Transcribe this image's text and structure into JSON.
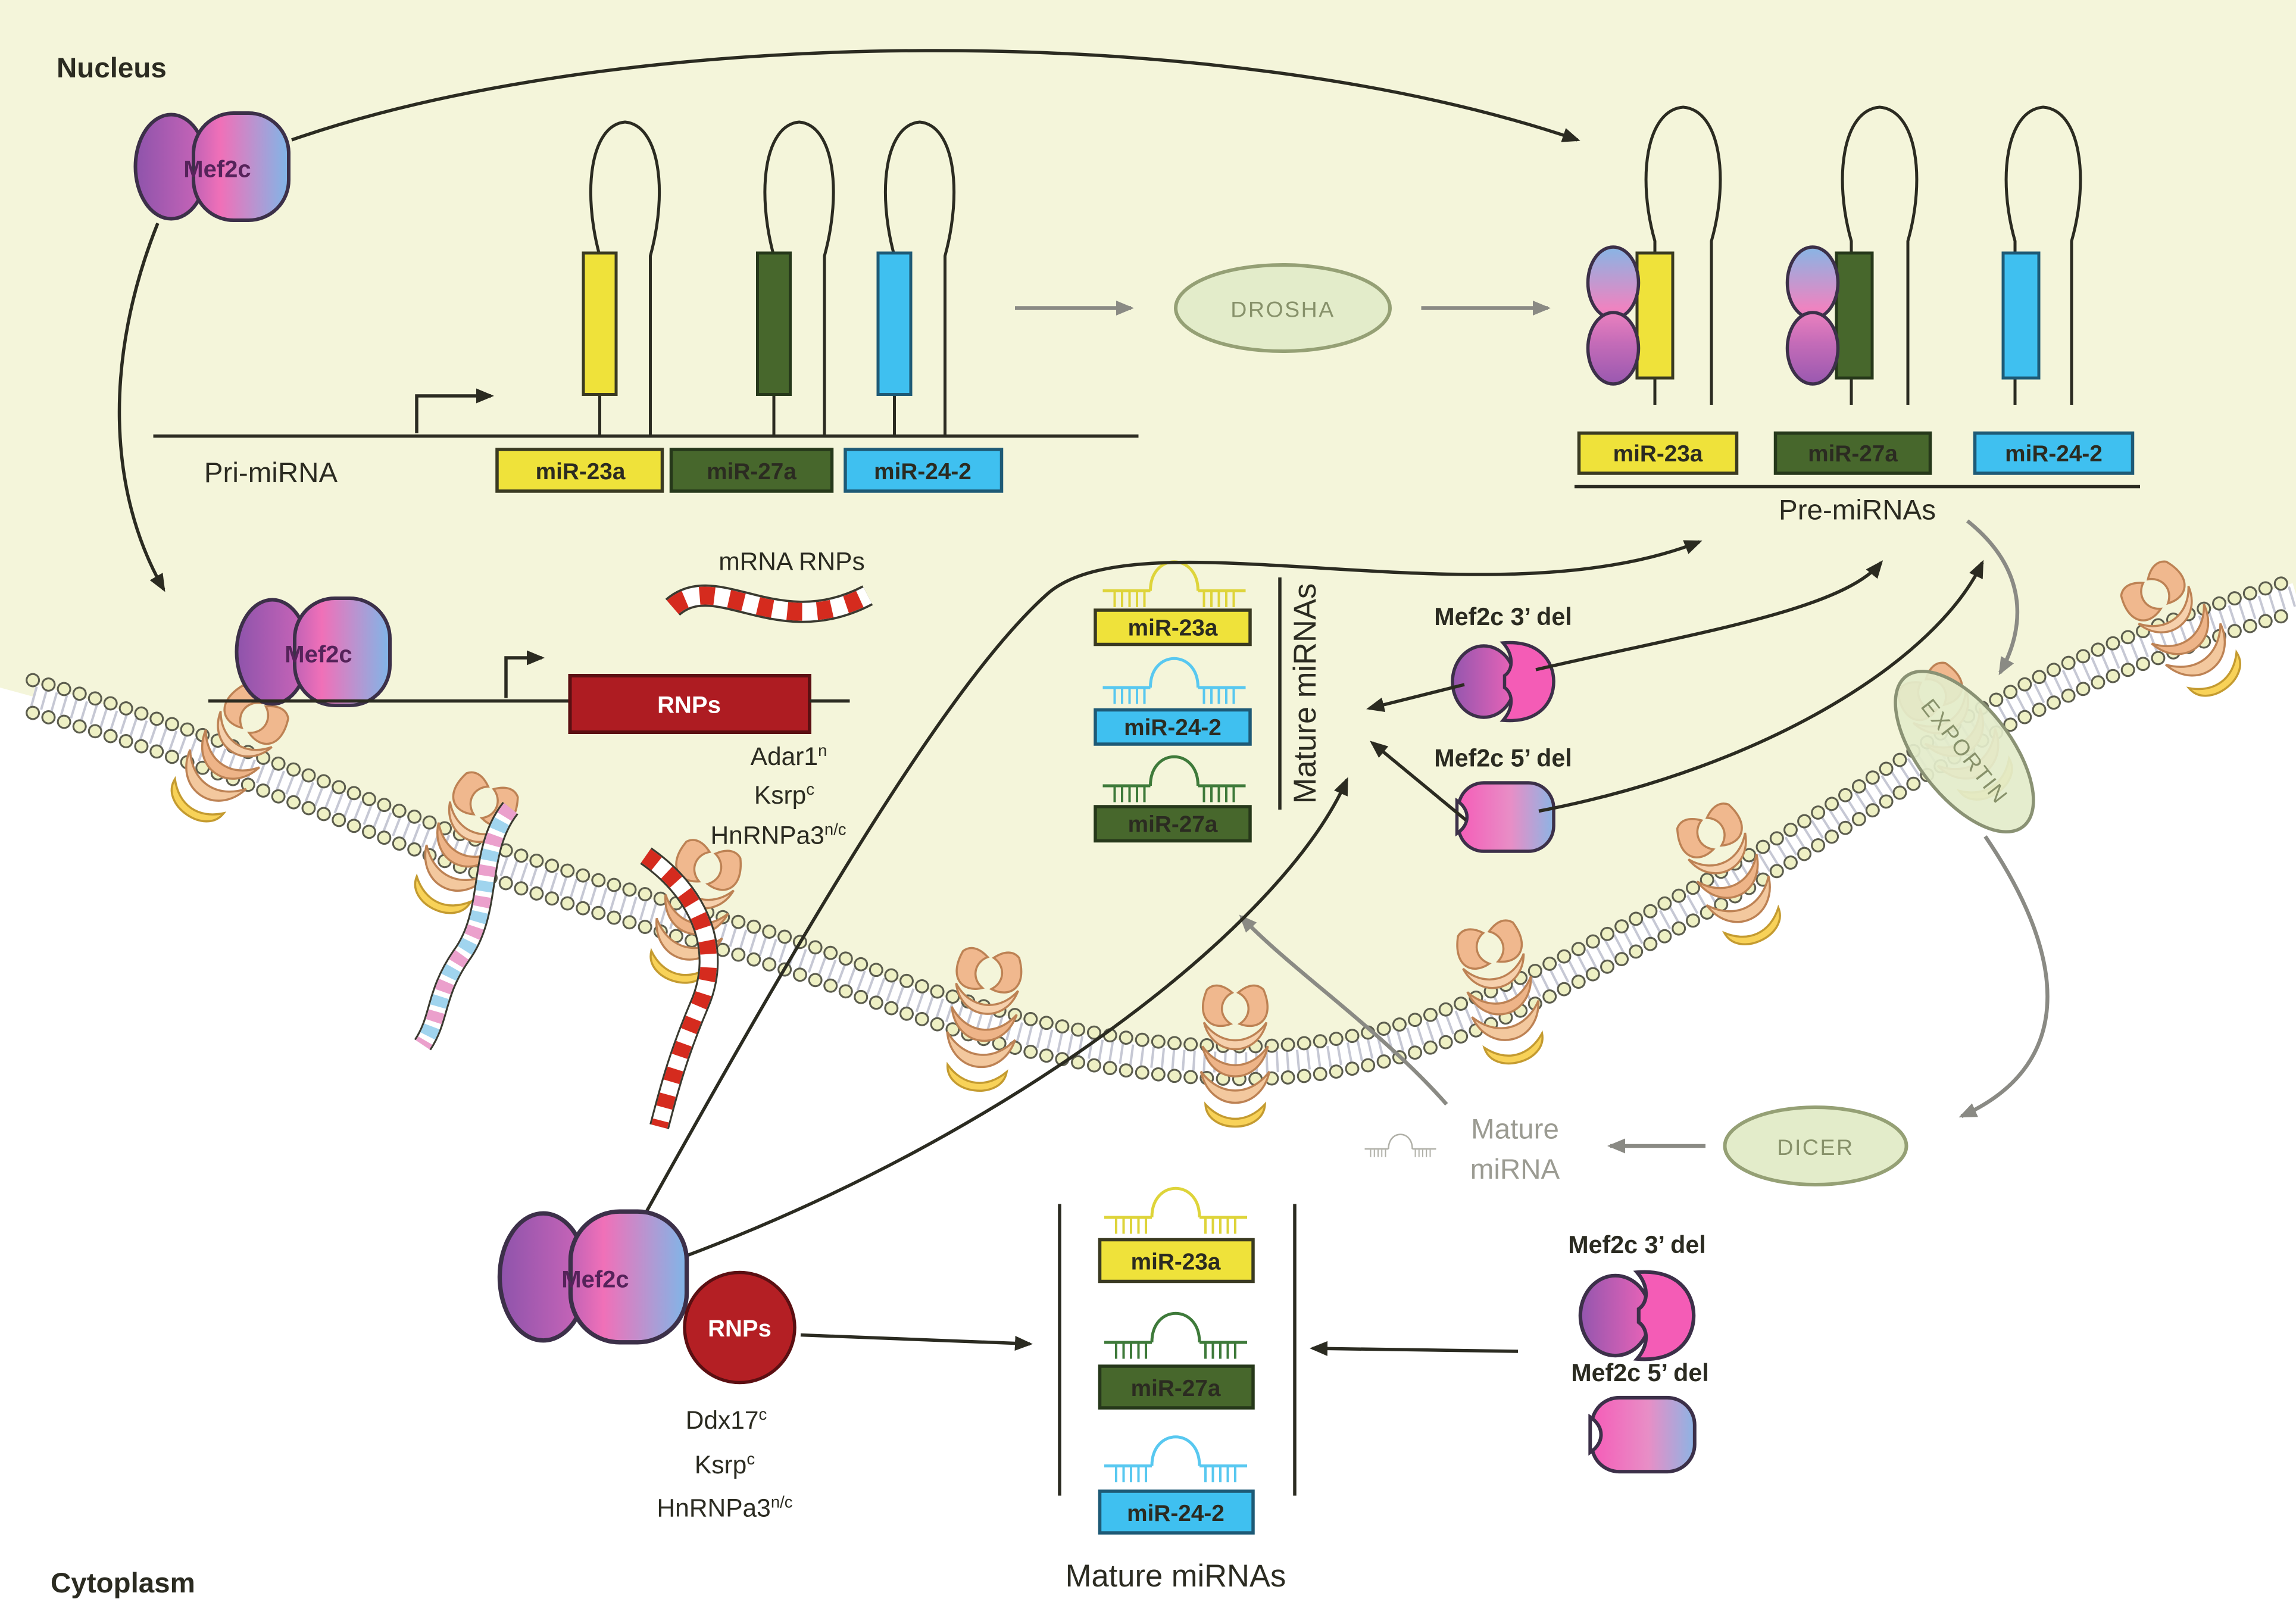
{
  "zones": {
    "nucleus": "Nucleus",
    "cytoplasm": "Cytoplasm"
  },
  "mef2c": "Mef2c",
  "rnps": "RNPs",
  "mrna_rnps": "mRNA RNPs",
  "pri": {
    "label": "Pri-miRNA"
  },
  "pre": {
    "label": "Pre-miRNAs"
  },
  "mirnas": {
    "mir23a": "miR-23a",
    "mir27a": "miR-27a",
    "mir242": "miR-24-2"
  },
  "enzymes": {
    "drosha": "DROSHA",
    "dicer": "DICER",
    "exportin": "EXPORTIN"
  },
  "mature_mid_label": "Mature miRNAs",
  "mature_bottom_label": "Mature miRNAs",
  "mature_gray": {
    "line1": "Mature",
    "line2": "miRNA"
  },
  "dels": {
    "del3": "Mef2c 3’ del",
    "del5": "Mef2c 5’ del"
  },
  "cofactors_nuclear": [
    {
      "base": "Adar1",
      "sup": "n"
    },
    {
      "base": "Ksrp",
      "sup": "c"
    },
    {
      "base": "HnRNPa3",
      "sup": "n/c"
    }
  ],
  "cofactors_cyto": [
    {
      "base": "Ddx17",
      "sup": "c"
    },
    {
      "base": "Ksrp",
      "sup": "c"
    },
    {
      "base": "HnRNPa3",
      "sup": "n/c"
    }
  ],
  "colors": {
    "nucleus_bg": "#f4f5da",
    "cytoplasm_bg": "#ffffff",
    "mir23a_yellow": "#efe23a",
    "mir27a_green": "#47672c",
    "mir242_cyan": "#3fc0f0",
    "rnps_red": "#ae1c22",
    "mrna_red": "#d52b1e",
    "enzyme_green": "#e3ecca",
    "mef2c_purple": "#9055ae",
    "mef2c_pink": "#f070b8",
    "mef2c_blue": "#7fb6e8",
    "membrane_head": "#eef0c4",
    "pore_orange": "#f0b88e",
    "pore_yellow": "#f8d258",
    "arrow_black": "#2b2b21",
    "arrow_gray": "#8a8a84"
  }
}
